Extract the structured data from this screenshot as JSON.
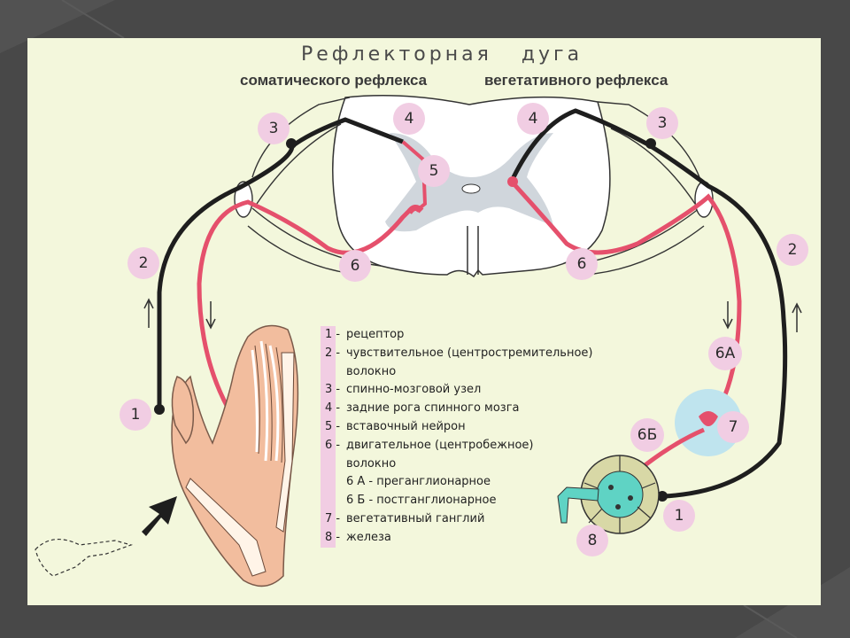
{
  "title": "Рефлекторная   дуга",
  "subtitles": {
    "left": "соматического рефлекса",
    "right": "вегетативного рефлекса"
  },
  "badges": {
    "l1": "1",
    "l2": "2",
    "l3": "3",
    "l4": "4",
    "c5": "5",
    "l6": "6",
    "r4": "4",
    "r3": "3",
    "r2": "2",
    "r6": "6",
    "r6a": "6А",
    "r6b": "6Б",
    "r7": "7",
    "r1": "1",
    "r8": "8"
  },
  "legend": [
    {
      "num": "1 -",
      "text": "рецептор"
    },
    {
      "num": "2 -",
      "text": "чувствительное  (центростремительное)"
    },
    {
      "num": "",
      "text": "волокно",
      "indent": true
    },
    {
      "num": "3 -",
      "text": "спинно-мозговой узел"
    },
    {
      "num": "4 -",
      "text": "задние рога спинного мозга"
    },
    {
      "num": "5 -",
      "text": "вставочный нейрон"
    },
    {
      "num": "6 -",
      "text": "двигательное (центробежное)"
    },
    {
      "num": "",
      "text": "волокно",
      "indent": true
    },
    {
      "num": "",
      "text": "6 А - преганглионарное",
      "indent": true
    },
    {
      "num": "",
      "text": "6 Б - постганглионарное",
      "indent": true
    },
    {
      "num": "7 -",
      "text": "вегетативный ганглий"
    },
    {
      "num": "8 -",
      "text": "железа"
    }
  ],
  "colors": {
    "sensory_fiber": "#1e1e1e",
    "motor_fiber": "#e5506c",
    "badge": "#f1cde3",
    "grey_matter": "#d0d6dc",
    "arm": "#f2bd9e",
    "ganglion": "#bfe4ee",
    "gland": "#d8d8a6"
  }
}
